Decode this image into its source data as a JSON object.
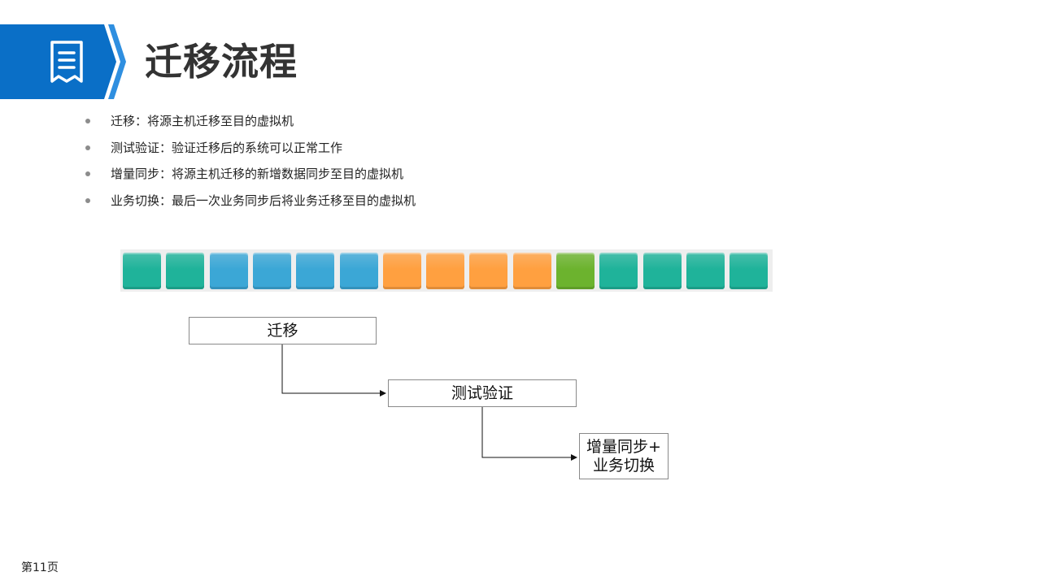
{
  "header": {
    "title": "迁移流程",
    "banner_color": "#0a6fc7",
    "accent_color": "#2f8fe0",
    "icon": "document-list-icon"
  },
  "bullets": [
    "迁移：将源主机迁移至目的虚拟机",
    "测试验证：验证迁移后的系统可以正常工作",
    "增量同步：将源主机迁移的新增数据同步至目的虚拟机",
    "业务切换：最后一次业务同步后将业务迁移至目的虚拟机"
  ],
  "timeline": {
    "blocks": [
      {
        "color": "#1fb39a"
      },
      {
        "color": "#1fb39a"
      },
      {
        "color": "#3ba7d6"
      },
      {
        "color": "#3ba7d6"
      },
      {
        "color": "#3ba7d6"
      },
      {
        "color": "#3ba7d6"
      },
      {
        "color": "#ffa040"
      },
      {
        "color": "#ffa040"
      },
      {
        "color": "#ffa040"
      },
      {
        "color": "#ffa040"
      },
      {
        "color": "#6cb32e"
      },
      {
        "color": "#1fb39a"
      },
      {
        "color": "#1fb39a"
      },
      {
        "color": "#1fb39a"
      },
      {
        "color": "#1fb39a"
      }
    ]
  },
  "flow": {
    "step1": "迁移",
    "step2": "测试验证",
    "step3_line1": "增量同步+",
    "step3_line2": "业务切换"
  },
  "footer": {
    "page_number": "第11页"
  }
}
